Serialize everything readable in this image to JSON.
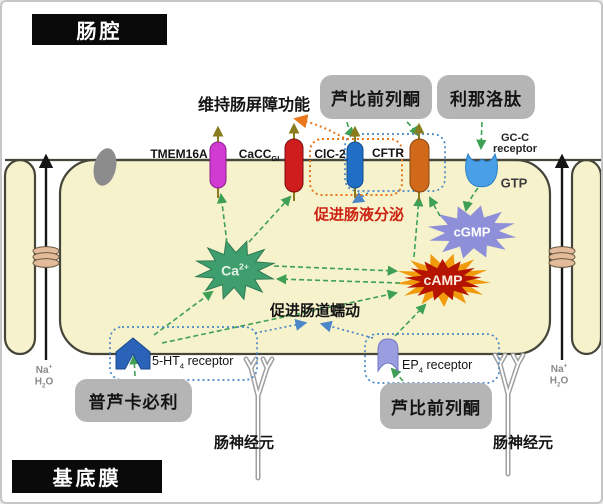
{
  "headers": {
    "lumen": "肠腔",
    "basement": "基底膜"
  },
  "annotations": {
    "barrier": "维持肠屏障功能",
    "secretion": "促进肠液分泌",
    "motility": "促进肠道蠕动"
  },
  "drugs": {
    "lubiprostone_top": "芦比前列酮",
    "linaclotide": "利那洛肽",
    "prucalopride": "普芦卡必利",
    "lubiprostone_bottom": "芦比前列酮"
  },
  "channels": {
    "tmem16a": "TMEM16A",
    "cacc_base": "CaCC",
    "cacc_sub": "GI",
    "clc2": "ClC-2",
    "cftr": "CFTR"
  },
  "receptors": {
    "gcc_line1": "GC-C",
    "gcc_line2": "receptor",
    "gtp": "GTP",
    "ht4_base": "5-HT",
    "ht4_sub": "4",
    "ht4_rest": " receptor",
    "ep4_base": "EP",
    "ep4_sub": "4",
    "ep4_rest": " receptor"
  },
  "messengers": {
    "ca_base": "Ca",
    "ca_sup": "2+",
    "cgmp": "cGMP",
    "camp": "cAMP"
  },
  "neurons": {
    "left": "肠神经元",
    "right": "肠神经元"
  },
  "transport": {
    "na_base": "Na",
    "na_sup": "+",
    "h2o_a": "H",
    "h2o_sub": "2",
    "h2o_b": "O"
  },
  "colors": {
    "cell_fill": "#f6f2cc",
    "membrane": "#45453a",
    "green_arrow": "#3fa055",
    "blue_dotted": "#4a86c8",
    "orange_dotted": "#e8761a",
    "gray_box": "#b5b5b5",
    "tmem16a_channel": "#d23bd2",
    "cacc_channel": "#cf1d1d",
    "clc2_channel": "#1f6fc6",
    "cftr_channel": "#d06a1a",
    "gcc_receptor": "#4aa0e8",
    "ht4_receptor": "#2a63b8",
    "ep4_receptor": "#9a9ee0",
    "ca_star": "#3f9e6e",
    "cgmp_star": "#8d90d8",
    "camp_star": "#b51500",
    "camp_star_edge": "#f09a0c",
    "secretion_text": "#cc2211"
  }
}
